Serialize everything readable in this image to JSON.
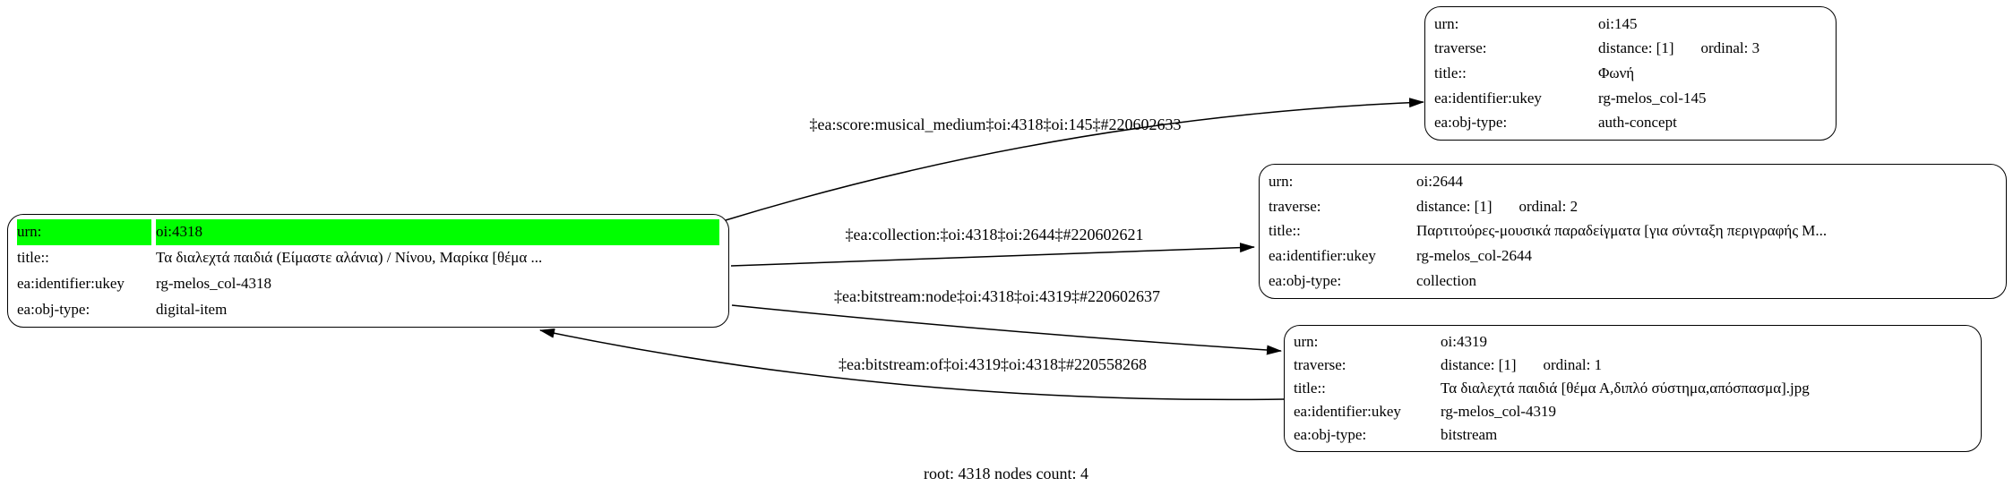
{
  "caption": "root: 4318 nodes count: 4",
  "colors": {
    "highlight": "#00ff00",
    "edge": "#000000",
    "node_border": "#000000"
  },
  "nodes": {
    "root": {
      "urn_label": "urn:",
      "urn_value": "oi:4318",
      "title_label": "title::",
      "title_value": "Τα διαλεχτά παιδιά (Είμαστε αλάνια) / Νίνου, Μαρίκα [θέμα ...",
      "ukey_label": "ea:identifier:ukey",
      "ukey_value": "rg-melos_col-4318",
      "objtype_label": "ea:obj-type:",
      "objtype_value": "digital-item"
    },
    "concept": {
      "urn_label": "urn:",
      "urn_value": "oi:145",
      "traverse_label": "traverse:",
      "distance": "distance: [1]",
      "ordinal": "ordinal: 3",
      "title_label": "title::",
      "title_value": "Φωνή",
      "ukey_label": "ea:identifier:ukey",
      "ukey_value": "rg-melos_col-145",
      "objtype_label": "ea:obj-type:",
      "objtype_value": "auth-concept"
    },
    "collection": {
      "urn_label": "urn:",
      "urn_value": "oi:2644",
      "traverse_label": "traverse:",
      "distance": "distance: [1]",
      "ordinal": "ordinal: 2",
      "title_label": "title::",
      "title_value": "Παρτιτούρες-μουσικά παραδείγματα [για σύνταξη περιγραφής Μ...",
      "ukey_label": "ea:identifier:ukey",
      "ukey_value": "rg-melos_col-2644",
      "objtype_label": "ea:obj-type:",
      "objtype_value": "collection"
    },
    "bitstream": {
      "urn_label": "urn:",
      "urn_value": "oi:4319",
      "traverse_label": "traverse:",
      "distance": "distance: [1]",
      "ordinal": "ordinal: 1",
      "title_label": "title::",
      "title_value": "Τα διαλεχτά παιδιά [θέμα Α,διπλό σύστημα,απόσπασμα].jpg",
      "ukey_label": "ea:identifier:ukey",
      "ukey_value": "rg-melos_col-4319",
      "objtype_label": "ea:obj-type:",
      "objtype_value": "bitstream"
    }
  },
  "edges": {
    "score": "‡ea:score:musical_medium‡oi:4318‡oi:145‡#220602633",
    "collection": "‡ea:collection:‡oi:4318‡oi:2644‡#220602621",
    "bitstream_node": "‡ea:bitstream:node‡oi:4318‡oi:4319‡#220602637",
    "bitstream_of": "‡ea:bitstream:of‡oi:4319‡oi:4318‡#220558268"
  }
}
